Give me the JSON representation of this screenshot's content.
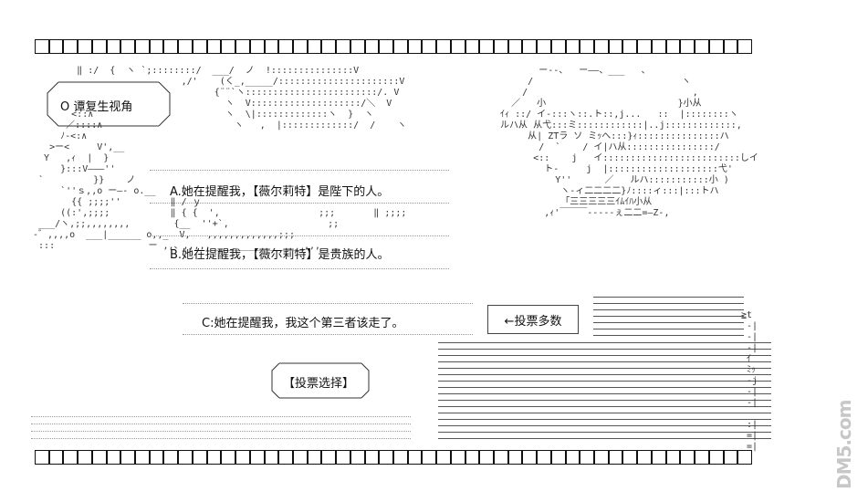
{
  "view_label": "O 谭复生视角",
  "options": {
    "a": "A.她在提醒我，【薇尔莉特】是陛下的人。",
    "b": "B.她在提醒我，【薇尔莉特】是贵族的人。",
    "c": "C:她在提醒我，我这个第三者该走了。"
  },
  "vote_select": "【投票选择】",
  "vote_more": "←投票多数",
  "watermark": "DM5.com",
  "colors": {
    "ink": "#111111",
    "dots": "#999999",
    "background": "#ffffff"
  }
}
